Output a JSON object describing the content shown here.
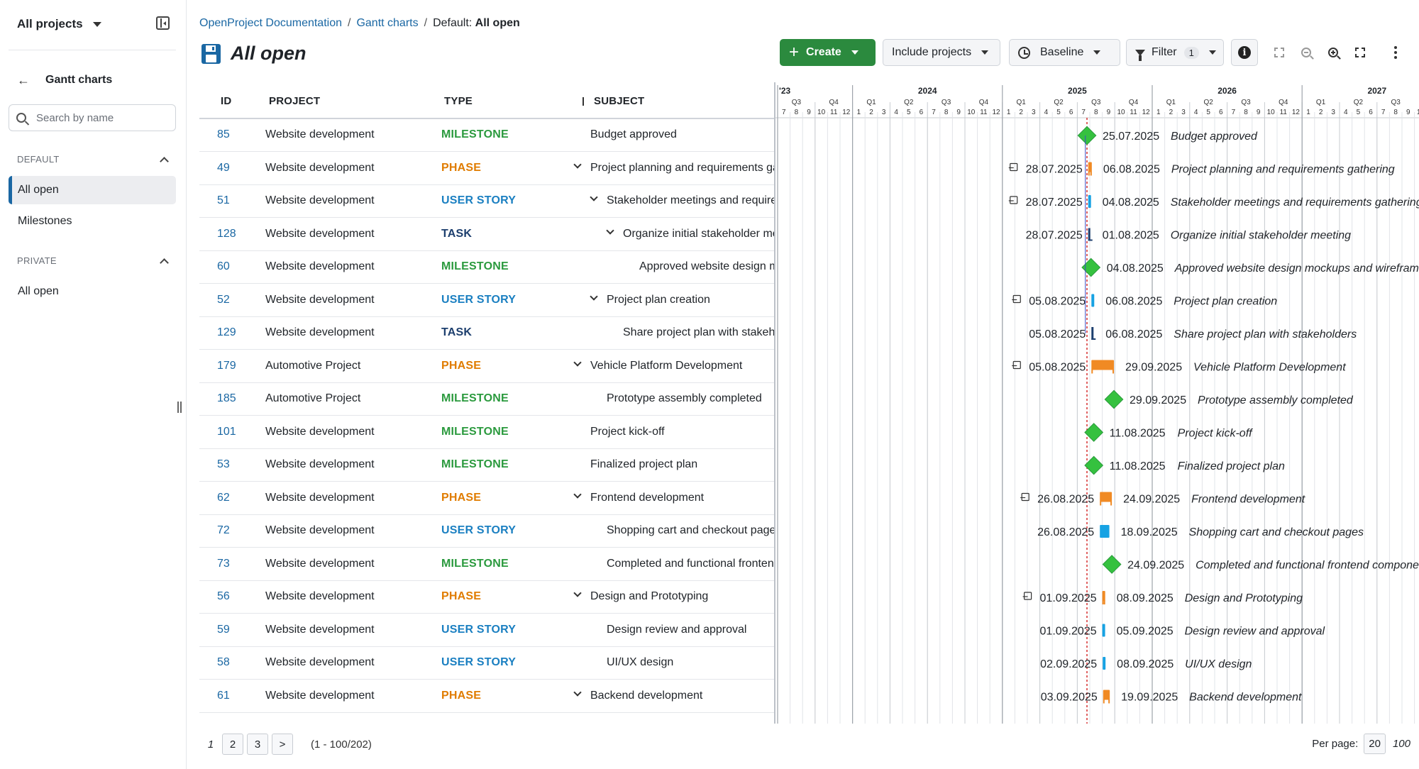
{
  "sidebar": {
    "project_selector": "All projects",
    "back_label": "Gantt charts",
    "search_placeholder": "Search by name",
    "sections": [
      {
        "label": "DEFAULT",
        "items": [
          "All open",
          "Milestones"
        ]
      },
      {
        "label": "PRIVATE",
        "items": [
          "All open"
        ]
      }
    ]
  },
  "breadcrumb": {
    "items": [
      "OpenProject Documentation",
      "Gantt charts"
    ],
    "current_prefix": "Default:",
    "current": "All open"
  },
  "page_title": "All open",
  "toolbar": {
    "create": "Create",
    "include_projects": "Include projects",
    "baseline": "Baseline",
    "filter": "Filter",
    "filter_count": "1"
  },
  "table": {
    "headers": {
      "id": "ID",
      "project": "PROJECT",
      "type": "TYPE",
      "subject": "SUBJECT"
    },
    "rows": [
      {
        "id": "85",
        "project": "Website development",
        "type": "MILESTONE",
        "subject": "Budget approved",
        "level": 0,
        "expand": false
      },
      {
        "id": "49",
        "project": "Website development",
        "type": "PHASE",
        "subject": "Project planning and requirements gathering",
        "level": 0,
        "expand": true
      },
      {
        "id": "51",
        "project": "Website development",
        "type": "USER STORY",
        "subject": "Stakeholder meetings and requirements gathering",
        "level": 1,
        "expand": true
      },
      {
        "id": "128",
        "project": "Website development",
        "type": "TASK",
        "subject": "Organize initial stakeholder meeting",
        "level": 2,
        "expand": true
      },
      {
        "id": "60",
        "project": "Website development",
        "type": "MILESTONE",
        "subject": "Approved website design mockups and wireframes",
        "level": 3,
        "expand": false
      },
      {
        "id": "52",
        "project": "Website development",
        "type": "USER STORY",
        "subject": "Project plan creation",
        "level": 1,
        "expand": true
      },
      {
        "id": "129",
        "project": "Website development",
        "type": "TASK",
        "subject": "Share project plan with stakeholders",
        "level": 2,
        "expand": false
      },
      {
        "id": "179",
        "project": "Automotive Project",
        "type": "PHASE",
        "subject": "Vehicle Platform Development",
        "level": 0,
        "expand": true
      },
      {
        "id": "185",
        "project": "Automotive Project",
        "type": "MILESTONE",
        "subject": "Prototype assembly completed",
        "level": 1,
        "expand": false
      },
      {
        "id": "101",
        "project": "Website development",
        "type": "MILESTONE",
        "subject": "Project kick-off",
        "level": 0,
        "expand": false
      },
      {
        "id": "53",
        "project": "Website development",
        "type": "MILESTONE",
        "subject": "Finalized project plan",
        "level": 0,
        "expand": false
      },
      {
        "id": "62",
        "project": "Website development",
        "type": "PHASE",
        "subject": "Frontend development",
        "level": 0,
        "expand": true
      },
      {
        "id": "72",
        "project": "Website development",
        "type": "USER STORY",
        "subject": "Shopping cart and checkout pages",
        "level": 1,
        "expand": false
      },
      {
        "id": "73",
        "project": "Website development",
        "type": "MILESTONE",
        "subject": "Completed and functional frontend components",
        "level": 1,
        "expand": false
      },
      {
        "id": "56",
        "project": "Website development",
        "type": "PHASE",
        "subject": "Design and Prototyping",
        "level": 0,
        "expand": true
      },
      {
        "id": "59",
        "project": "Website development",
        "type": "USER STORY",
        "subject": "Design review and approval",
        "level": 1,
        "expand": false
      },
      {
        "id": "58",
        "project": "Website development",
        "type": "USER STORY",
        "subject": "UI/UX design",
        "level": 1,
        "expand": false
      },
      {
        "id": "61",
        "project": "Website development",
        "type": "PHASE",
        "subject": "Backend development",
        "level": 0,
        "expand": true
      }
    ]
  },
  "type_colors": {
    "MILESTONE": "#2b9a3e",
    "PHASE": "#e07c00",
    "USER STORY": "#1a7fc1",
    "TASK": "#1d3f6e"
  },
  "gantt": {
    "years": [
      {
        "label": "'23",
        "start": "2023-07-01"
      },
      {
        "label": "2024",
        "start": "2024-01-01"
      },
      {
        "label": "2025",
        "start": "2025-01-01"
      },
      {
        "label": "2026",
        "start": "2026-01-01"
      },
      {
        "label": "2027",
        "start": "2027-01-01"
      }
    ],
    "quarters": [
      "Q3",
      "Q4",
      "Q1",
      "Q2",
      "Q3",
      "Q4",
      "Q1",
      "Q2",
      "Q3",
      "Q4",
      "Q1",
      "Q2",
      "Q3",
      "Q4",
      "Q1",
      "Q2",
      "Q3"
    ],
    "month_labels": [
      "7",
      "8",
      "9",
      "10",
      "11",
      "12",
      "1",
      "2",
      "3",
      "4",
      "5",
      "6",
      "7",
      "8",
      "9",
      "10",
      "11",
      "12",
      "1",
      "2",
      "3",
      "4",
      "5",
      "6",
      "7",
      "8",
      "9",
      "10",
      "11",
      "12",
      "1",
      "2",
      "3",
      "4",
      "5",
      "6",
      "7",
      "8",
      "9",
      "10",
      "11",
      "12",
      "1",
      "2",
      "3",
      "4",
      "5",
      "6",
      "7",
      "8",
      "9",
      "10"
    ],
    "start_month": "2023-07",
    "today": "2025-07-25",
    "items": [
      {
        "kind": "milestone",
        "date": "2025-07-25",
        "label": "25.07.2025",
        "title": "Budget approved"
      },
      {
        "kind": "phase",
        "start": "2025-07-28",
        "end": "2025-08-06",
        "start_label": "28.07.2025",
        "end_label": "06.08.2025",
        "title": "Project planning and requirements gathering",
        "sched": true
      },
      {
        "kind": "story",
        "start": "2025-07-28",
        "end": "2025-08-04",
        "start_label": "28.07.2025",
        "end_label": "04.08.2025",
        "title": "Stakeholder meetings and requirements gathering",
        "sched": true
      },
      {
        "kind": "task",
        "start": "2025-07-28",
        "end": "2025-08-01",
        "start_label": "28.07.2025",
        "end_label": "01.08.2025",
        "title": "Organize initial stakeholder meeting",
        "sched": false
      },
      {
        "kind": "milestone",
        "date": "2025-08-04",
        "label": "04.08.2025",
        "title": "Approved website design mockups and wireframes"
      },
      {
        "kind": "story",
        "start": "2025-08-05",
        "end": "2025-08-06",
        "start_label": "05.08.2025",
        "end_label": "06.08.2025",
        "title": "Project plan creation",
        "sched": true
      },
      {
        "kind": "task",
        "start": "2025-08-05",
        "end": "2025-08-06",
        "start_label": "05.08.2025",
        "end_label": "06.08.2025",
        "title": "Share project plan with stakeholders",
        "sched": false
      },
      {
        "kind": "phase",
        "start": "2025-08-05",
        "end": "2025-09-29",
        "start_label": "05.08.2025",
        "end_label": "29.09.2025",
        "title": "Vehicle Platform Development",
        "sched": true
      },
      {
        "kind": "milestone",
        "date": "2025-09-29",
        "label": "29.09.2025",
        "title": "Prototype assembly completed"
      },
      {
        "kind": "milestone",
        "date": "2025-08-11",
        "label": "11.08.2025",
        "title": "Project kick-off"
      },
      {
        "kind": "milestone",
        "date": "2025-08-11",
        "label": "11.08.2025",
        "title": "Finalized project plan"
      },
      {
        "kind": "phase",
        "start": "2025-08-26",
        "end": "2025-09-24",
        "start_label": "26.08.2025",
        "end_label": "24.09.2025",
        "title": "Frontend development",
        "sched": true
      },
      {
        "kind": "story",
        "start": "2025-08-26",
        "end": "2025-09-18",
        "start_label": "26.08.2025",
        "end_label": "18.09.2025",
        "title": "Shopping cart and checkout pages",
        "sched": false
      },
      {
        "kind": "milestone",
        "date": "2025-09-24",
        "label": "24.09.2025",
        "title": "Completed and functional frontend components"
      },
      {
        "kind": "phase",
        "start": "2025-09-01",
        "end": "2025-09-08",
        "start_label": "01.09.2025",
        "end_label": "08.09.2025",
        "title": "Design and Prototyping",
        "sched": true
      },
      {
        "kind": "story",
        "start": "2025-09-01",
        "end": "2025-09-05",
        "start_label": "01.09.2025",
        "end_label": "05.09.2025",
        "title": "Design review and approval",
        "sched": false
      },
      {
        "kind": "story",
        "start": "2025-09-02",
        "end": "2025-09-08",
        "start_label": "02.09.2025",
        "end_label": "08.09.2025",
        "title": "UI/UX design",
        "sched": false
      },
      {
        "kind": "phase",
        "start": "2025-09-03",
        "end": "2025-09-19",
        "start_label": "03.09.2025",
        "end_label": "19.09.2025",
        "title": "Backend development",
        "sched": false
      }
    ]
  },
  "pagination": {
    "current": "1",
    "pages": [
      "2",
      "3"
    ],
    "next": ">",
    "range": "(1 - 100/202)"
  },
  "per_page": {
    "label": "Per page:",
    "current": "20",
    "alt": "100"
  }
}
